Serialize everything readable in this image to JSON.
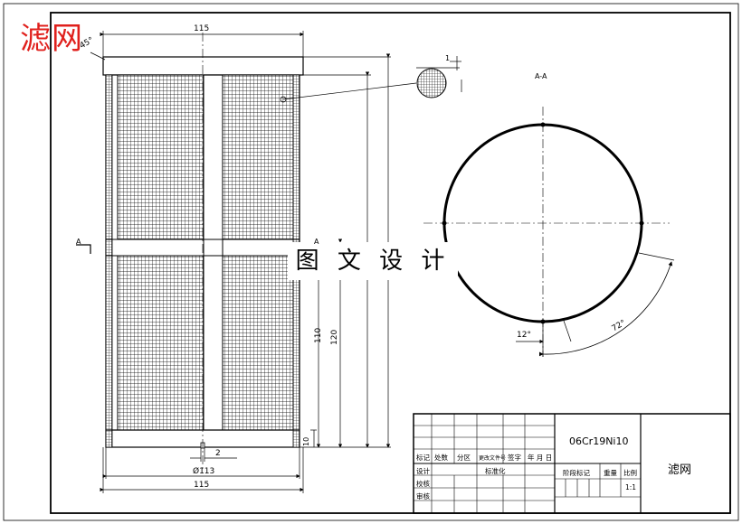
{
  "title": "滤网",
  "watermark": "图 文 设 计",
  "section_label": "A-A",
  "section_marker": "A",
  "dimensions": {
    "top_width": "115",
    "bottom_width": "115",
    "inner_diameter": "Ø113",
    "chamfer": "45°",
    "slot_width": "2",
    "height_110": "110",
    "height_120": "120",
    "base_height": "10",
    "detail_mesh": "1",
    "angle_small": "12°",
    "angle_large": "72°"
  },
  "title_block": {
    "material": "06Cr19Ni10",
    "part_name": "滤网",
    "scale": "1:1",
    "headers": [
      "标记",
      "处数",
      "分区",
      "更改文件号",
      "签字",
      "年 月 日"
    ],
    "rows": [
      "设计",
      "校核",
      "审核"
    ],
    "standardize": "标准化",
    "stage_mark": "阶段标记",
    "weight": "重量",
    "scale_label": "比例"
  }
}
